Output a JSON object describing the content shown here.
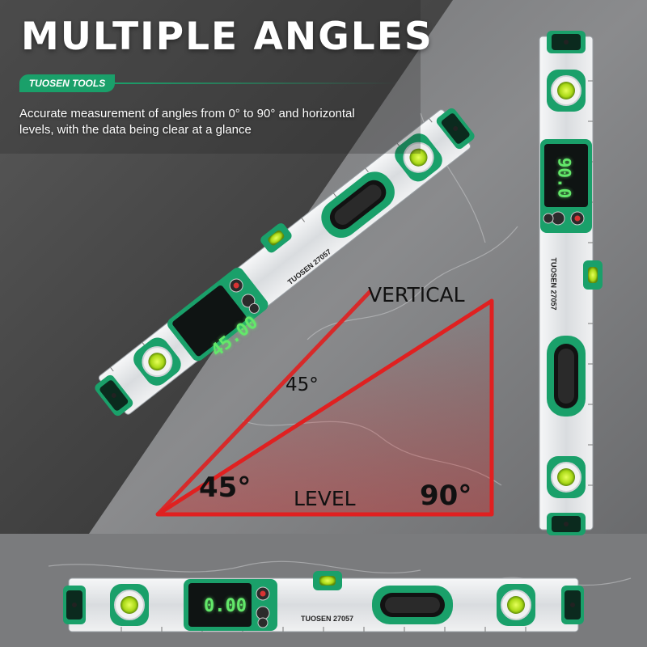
{
  "headline": "MULTIPLE ANGLES",
  "brand_tag": "TUOSEN TOOLS",
  "description": "Accurate measurement of angles from 0° to 90° and horizontal levels, with the data being clear at a glance",
  "diagram": {
    "label_vertical": "VERTICAL",
    "label_inner_angle": "45°",
    "label_corner_angle": "45°",
    "label_level": "LEVEL",
    "label_right_angle": "90°"
  },
  "levels": {
    "diagonal_display": "45.00",
    "vertical_display": "90.0",
    "horizontal_display": "0.00",
    "brand_marking": "TUOSEN",
    "model_marking": "27057"
  },
  "colors": {
    "brand_green": "#1aa06a",
    "display_green": "#63e86a",
    "outline_red": "#e02020",
    "aluminum": "#e4e6e8"
  }
}
